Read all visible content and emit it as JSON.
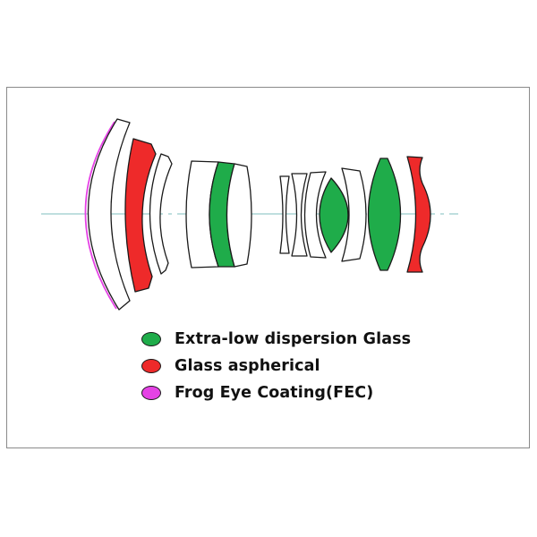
{
  "colors": {
    "ed_glass": "#1fac4a",
    "aspherical": "#ee2a2a",
    "fec": "#e542e5",
    "outline": "#1a1a1a",
    "axis": "#7fbfbf",
    "frame": "#8a8a8a"
  },
  "legend": [
    {
      "label": "Extra-low dispersion Glass",
      "color": "#1fac4a"
    },
    {
      "label": "Glass aspherical",
      "color": "#ee2a2a"
    },
    {
      "label": "Frog Eye Coating(FEC)",
      "color": "#e542e5"
    }
  ]
}
